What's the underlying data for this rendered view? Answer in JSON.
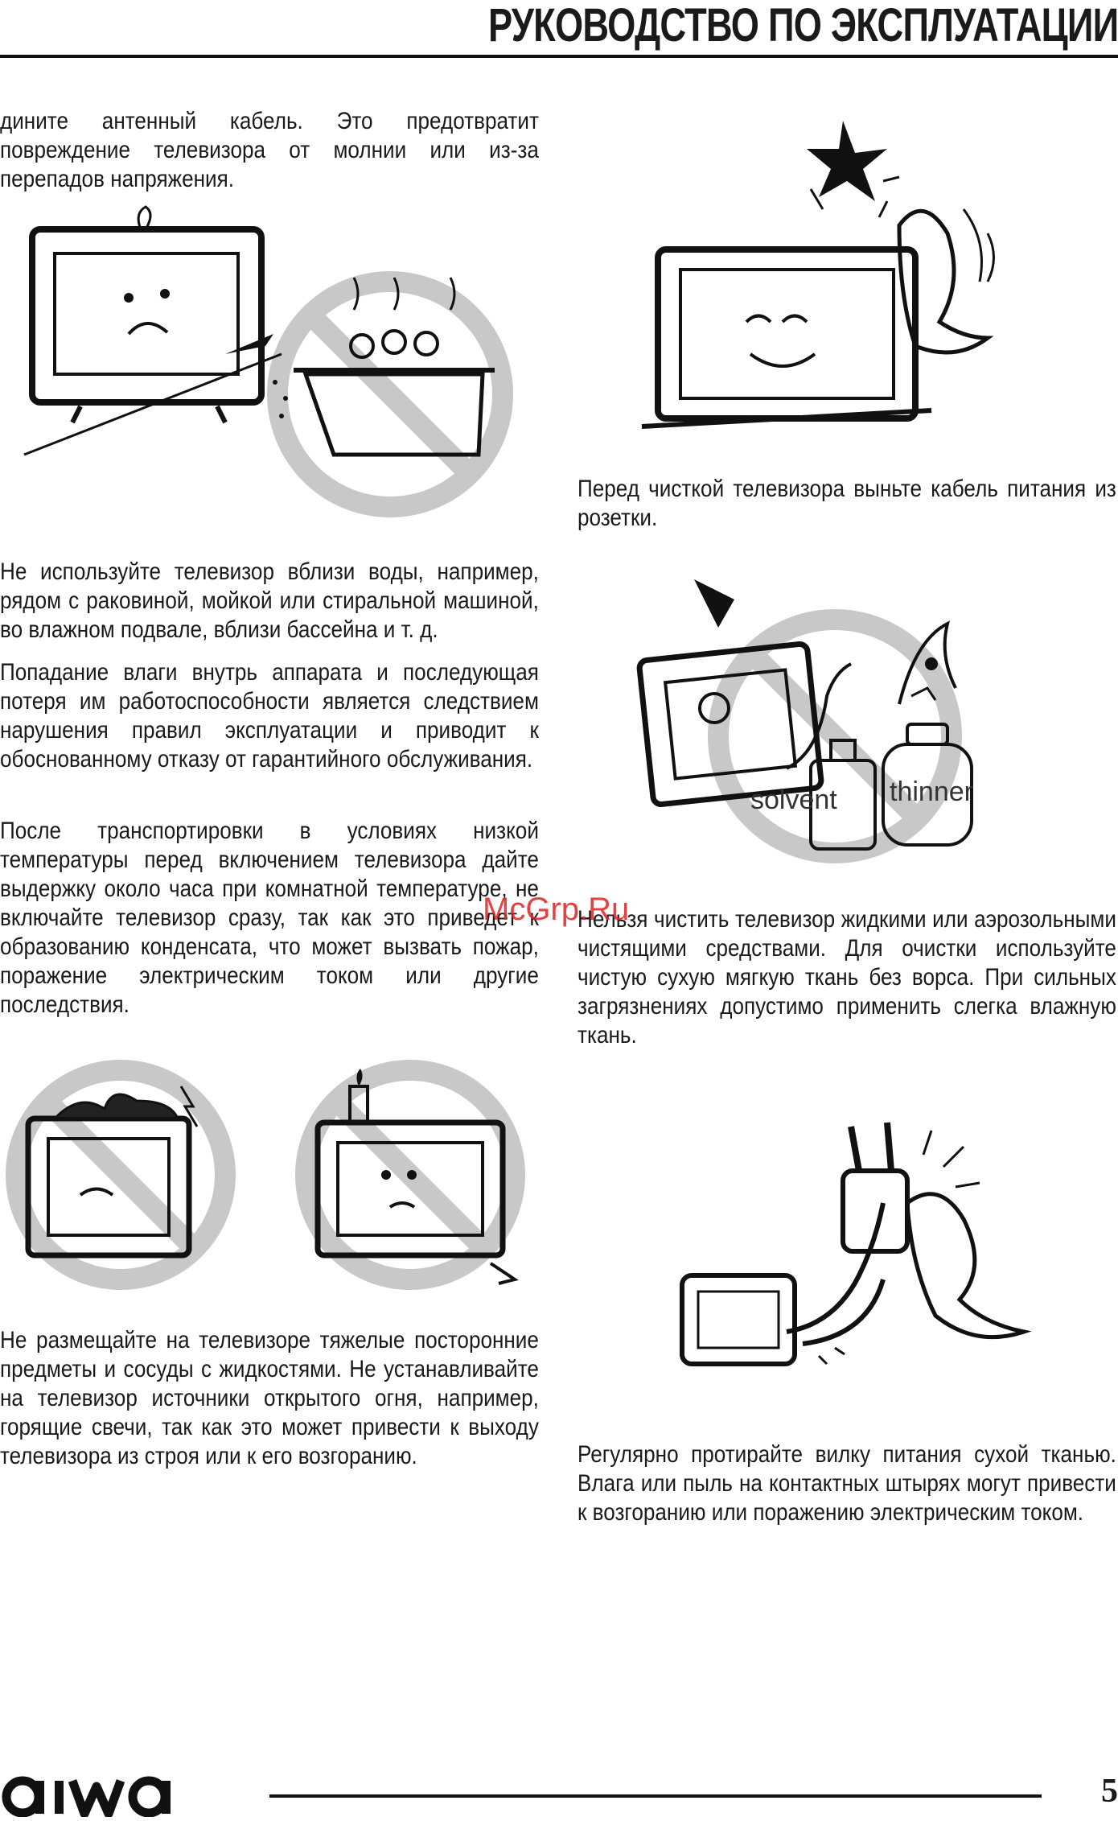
{
  "header": {
    "title": "РУКОВОДСТВО ПО ЭКСПЛУАТАЦИИ"
  },
  "left": {
    "p1": "дините антенный кабель. Это предотвратит повреждение телевизора от молнии или из-за перепадов напряжения.",
    "p2": "Не используйте телевизор вблизи воды, например, рядом с раковиной, мойкой или стиральной машиной, во влажном подвале, вблизи бассейна и т. д.",
    "p3": "Попадание влаги внутрь аппарата и последующая потеря им работоспособности является следствием нарушения правил эксплуатации и приводит к обоснованному отказу от гарантийного обслуживания.",
    "p4": "После транспортировки в условиях низкой температуры перед включением телевизора  дайте выдержку около часа при комнатной температуре, не включайте телевизор сразу, так как это приведет к образованию конденсата, что может вызвать пожар, поражение электрическим током или другие последствия.",
    "p5": "Не размещайте на телевизоре тяжелые посторонние предметы и сосуды с жидкостями. Не устанавливайте на телевизор источники открытого огня, например, горящие свечи, так как это может привести к выходу телевизора из строя или к его возгоранию."
  },
  "right": {
    "p1": "Перед чисткой телевизора выньте кабель питания из розетки.",
    "p2": "Нельзя чистить телевизор жидкими или аэрозольными чистящими средствами. Для очистки используйте чистую сухую мягкую ткань без ворса. При сильных загрязнениях допустимо применить слегка влажную ткань.",
    "p3": "Регулярно протирайте вилку питания сухой тканью. Влага или пыль на контактных штырях могут привести к возгоранию или поражению электрическим током."
  },
  "illustration_labels": {
    "solvent": "solvent",
    "thinner": "thinner"
  },
  "watermark": "McGrp.Ru",
  "footer": {
    "brand": "aiwa",
    "page_number": "5"
  }
}
